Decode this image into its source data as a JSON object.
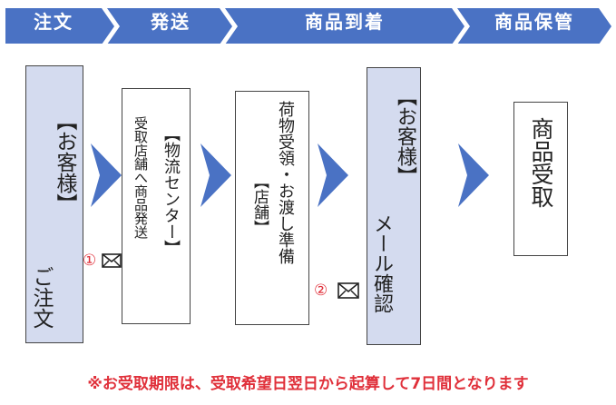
{
  "steps": [
    "注文",
    "発送",
    "商品到着",
    "商品保管"
  ],
  "colors": {
    "step_blue": "#4a72c4",
    "box_blue": "#d4dbef",
    "arrow_blue": "#4a72c4",
    "note_red": "#e0303a"
  },
  "boxes": {
    "b1": {
      "col1": "【お客様】",
      "col2": "ご注文"
    },
    "b2": {
      "col1": "【物流センター】",
      "col2": "受取店舗へ商品発送"
    },
    "b3": {
      "col1": "荷物受領・お渡し準備",
      "col2": "【店舗】"
    },
    "b4": {
      "col1": "【お客様】",
      "col2": "メール確認"
    },
    "b5": {
      "col1": "商品受取"
    }
  },
  "markers": {
    "m1": "①",
    "m2": "②"
  },
  "icons": {
    "mail": "envelope-icon",
    "flow": "chevron-right-arrow"
  },
  "note": "※お受取期限は、受取希望日翌日から起算して7日間となります"
}
